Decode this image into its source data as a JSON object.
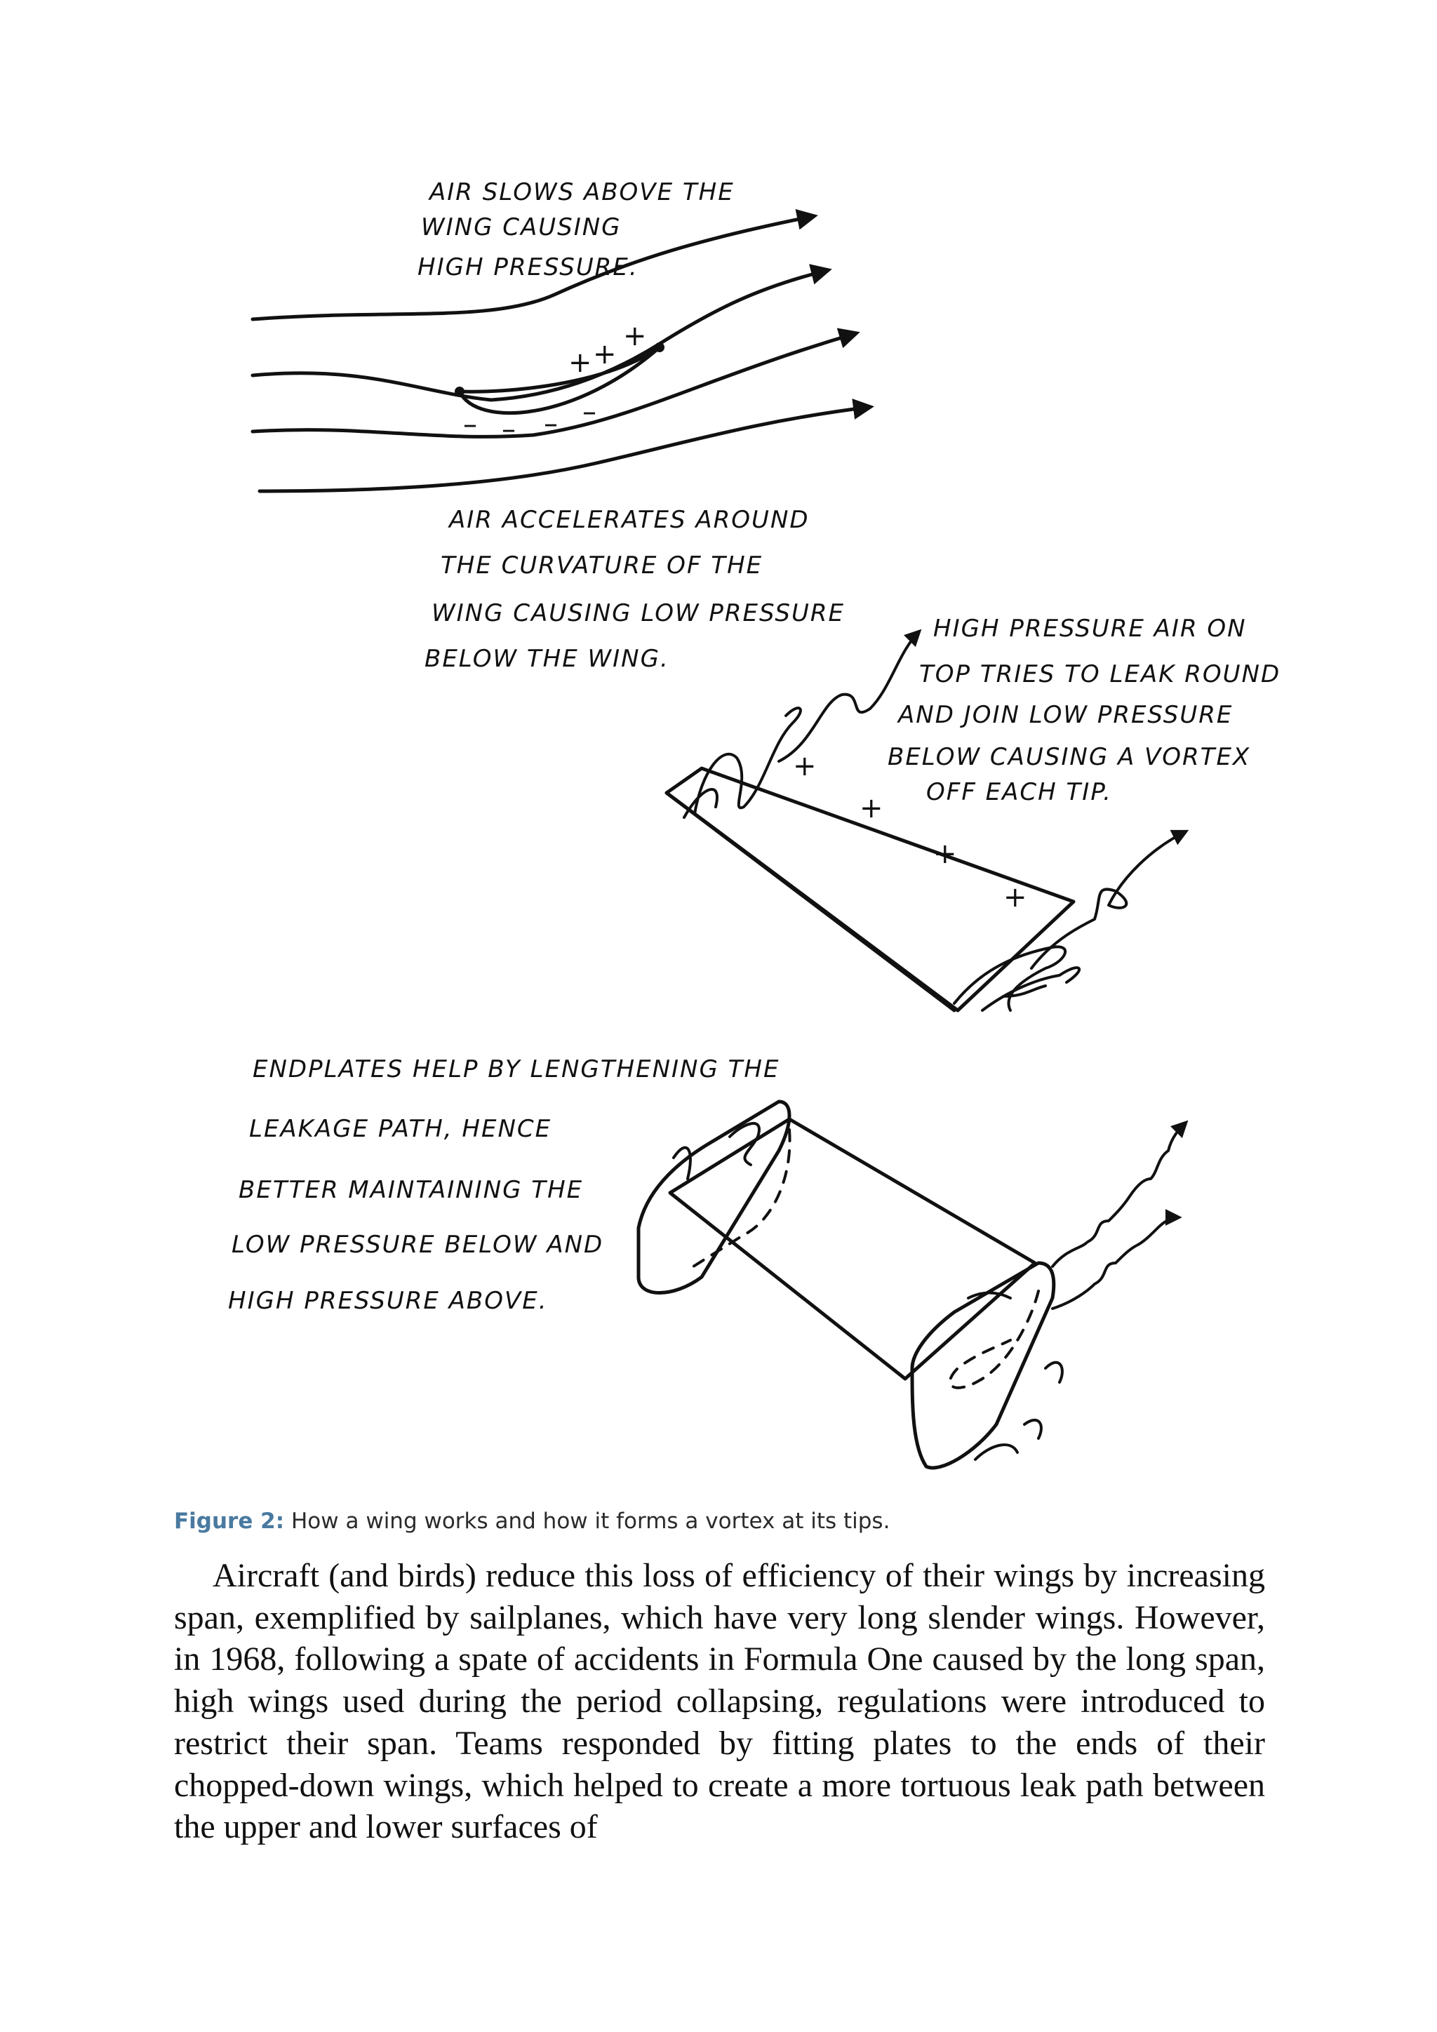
{
  "figure": {
    "annotations": {
      "air_slows": [
        "AIR SLOWS ABOVE THE",
        "WING CAUSING",
        "HIGH PRESSURE."
      ],
      "air_accelerates": [
        "AIR ACCELERATES AROUND",
        "THE CURVATURE OF THE",
        "WING CAUSING LOW PRESSURE",
        "BELOW THE WING."
      ],
      "high_pressure_air": [
        "HIGH PRESSURE AIR ON",
        "TOP TRIES TO LEAK ROUND",
        "AND JOIN LOW PRESSURE",
        "BELOW CAUSING A VORTEX",
        "OFF EACH TIP."
      ],
      "endplates": [
        "ENDPLATES HELP BY LENGTHENING THE",
        "LEAKAGE PATH, HENCE",
        "BETTER MAINTAINING THE",
        "LOW PRESSURE BELOW AND",
        "HIGH PRESSURE ABOVE."
      ]
    },
    "pressure_symbols": {
      "plus": "+",
      "minus": "–"
    }
  },
  "caption": {
    "label": "Figure 2:",
    "text": "How a wing works and how it forms a vortex at its tips."
  },
  "paragraph": "Aircraft (and birds) reduce this loss of efficiency of their wings by increasing span, exemplified by sailplanes, which have very long slender wings. However, in 1968, following a spate of accidents in Formula One caused by the long span, high wings used during the period collapsing, regulations were introduced to restrict their span. Teams responded by fitting plates to the ends of their chopped-down wings, which helped to create a more tortuous leak path between the upper and lower surfaces of"
}
